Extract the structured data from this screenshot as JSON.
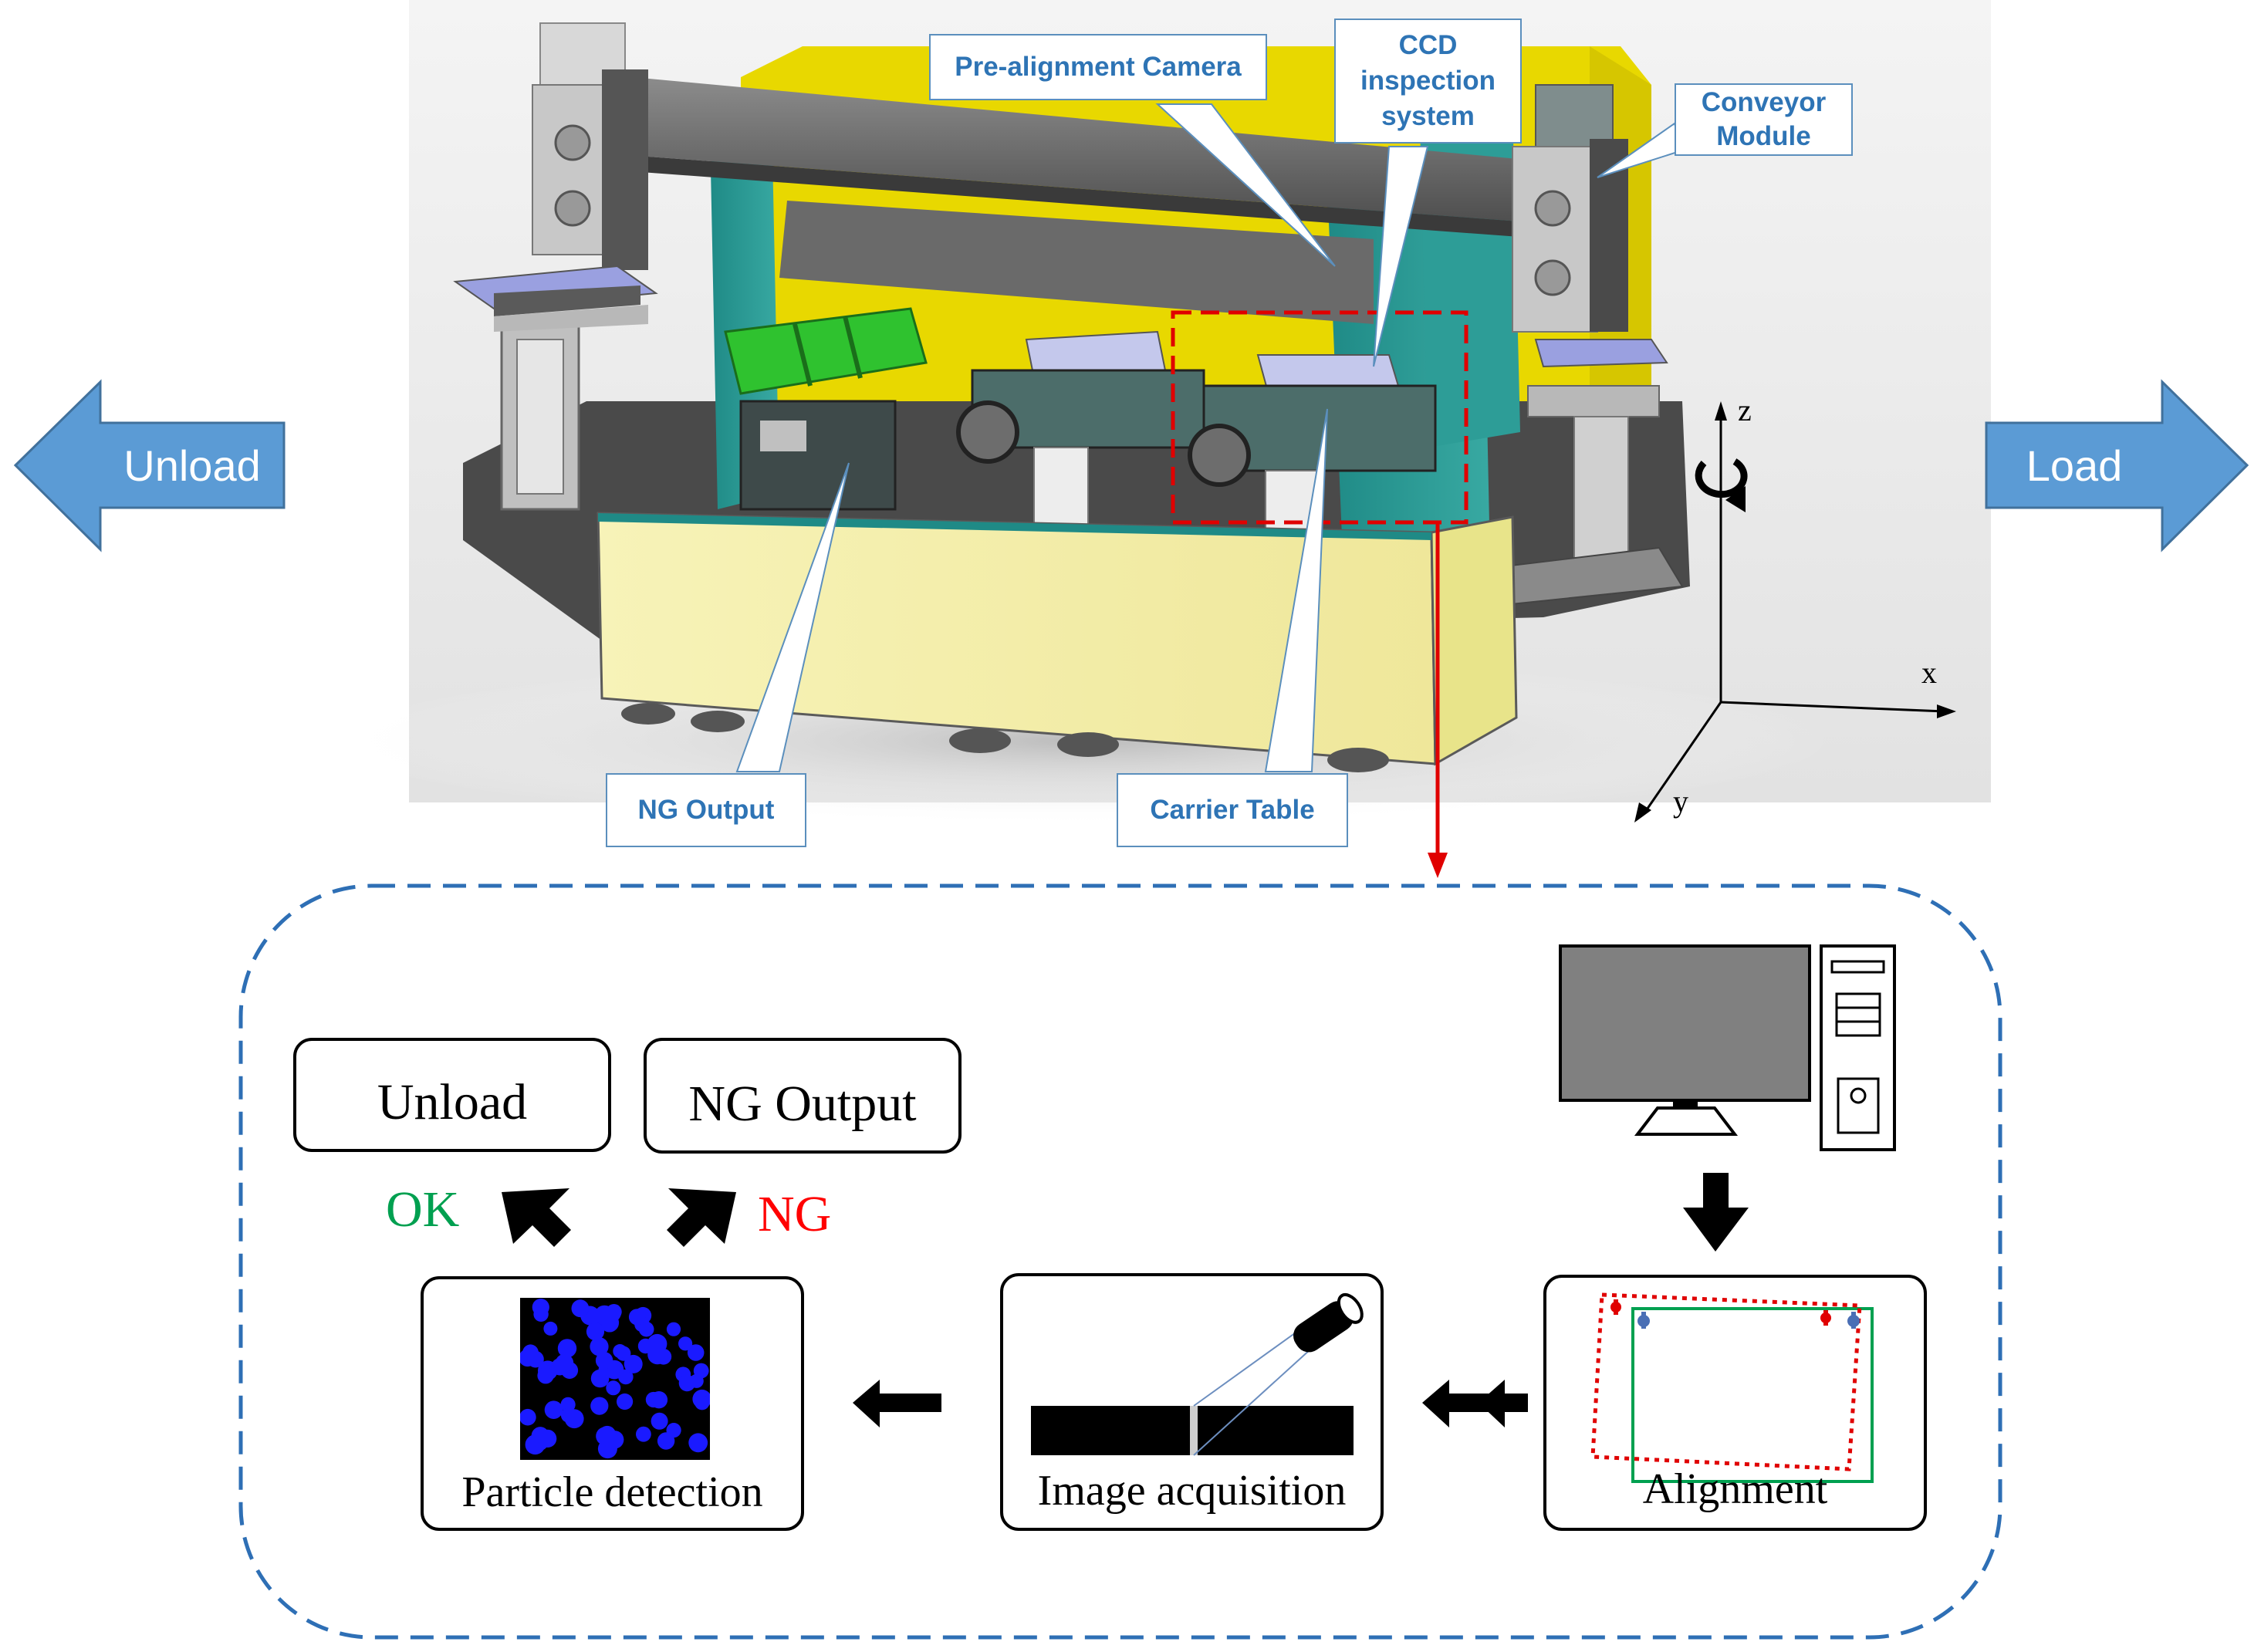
{
  "machine": {
    "callouts": {
      "pre_alignment_camera": "Pre-alignment Camera",
      "ccd_inspection_system": [
        "CCD",
        "inspection",
        "system"
      ],
      "conveyor_module": [
        "Conveyor",
        "Module"
      ],
      "ng_output": "NG Output",
      "carrier_table": "Carrier Table"
    },
    "axes": {
      "x": "x",
      "y": "y",
      "z": "z"
    },
    "side_arrows": {
      "unload": "Unload",
      "load": "Load"
    }
  },
  "workflow": {
    "unload_box": "Unload",
    "ng_output_box": "NG Output",
    "ok_label": "OK",
    "ng_label": "NG",
    "particle_detection": "Particle detection",
    "image_acquisition": "Image acquisition",
    "alignment": "Alignment"
  },
  "colors": {
    "callout_text": "#2e74b5",
    "block_arrow": "#5b9bd5",
    "ok_green": "#00a050",
    "ng_red": "#ff0000",
    "dashed_frame": "#2e6fb5",
    "roi_red": "#e00000",
    "particle_blue": "#1a1aff",
    "alignment_green": "#00a050"
  }
}
